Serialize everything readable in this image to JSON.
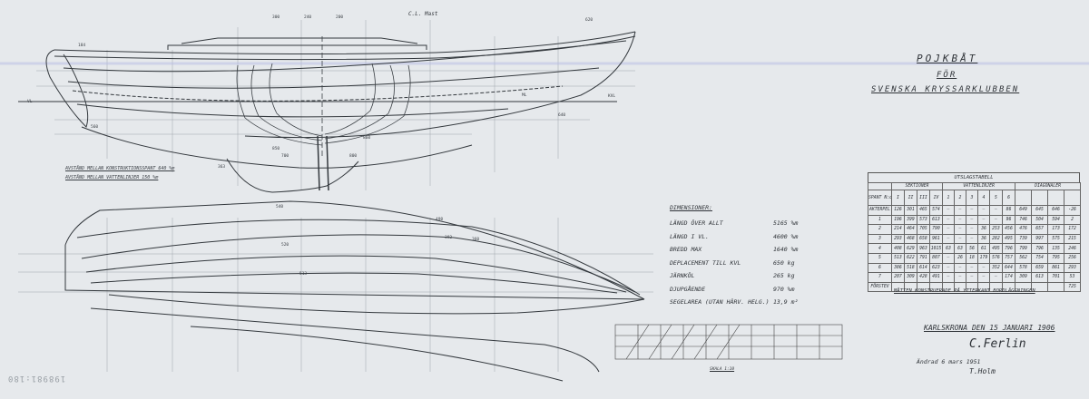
{
  "title": {
    "line1": "POJKBÅT",
    "line2": "FÖR",
    "line3": "SVENSKA  KRYSSARKLUBBEN"
  },
  "dimensions": {
    "heading": "DIMENSIONER:",
    "rows": [
      {
        "label": "LÄNGD ÖVER ALLT",
        "value": "5165 %m"
      },
      {
        "label": "LÄNGD I VL.",
        "value": "4600 %m"
      },
      {
        "label": "BREDD MAX",
        "value": "1640 %m"
      },
      {
        "label": "DEPLACEMENT TILL KVL",
        "value": "650 kg"
      },
      {
        "label": "JÄRNKÖL",
        "value": "265 kg"
      },
      {
        "label": "DJUPGÅENDE",
        "value": "970 %m"
      },
      {
        "label": "SEGELAREA (UTAN HÄRV. HELG.)",
        "value": "13,9 m²"
      }
    ]
  },
  "offsets_table": {
    "caption": "UTSLAGSTABELL",
    "group_headers": [
      "SEKTIONER",
      "VATTENLINJER",
      "DIAGONALER"
    ],
    "header_row": [
      "SPANT N:o",
      "I",
      "II",
      "III",
      "IV",
      "1",
      "2",
      "3",
      "4",
      "5",
      "6",
      "",
      "",
      "",
      ""
    ],
    "rows": [
      [
        "AKTERPEL",
        "126",
        "301",
        "465",
        "574",
        "—",
        "—",
        "—",
        "—",
        "—",
        "86",
        "649",
        "645",
        "646",
        "-26"
      ],
      [
        "1",
        "196",
        "399",
        "573",
        "613",
        "—",
        "—",
        "—",
        "—",
        "—",
        "96",
        "746",
        "504",
        "594",
        "2"
      ],
      [
        "2",
        "214",
        "464",
        "705",
        "790",
        "—",
        "—",
        "—",
        "36",
        "253",
        "456",
        "476",
        "657",
        "173",
        "172"
      ],
      [
        "3",
        "293",
        "468",
        "658",
        "961",
        "—",
        "—",
        "—",
        "36",
        "282",
        "495",
        "739",
        "997",
        "575",
        "215"
      ],
      [
        "4",
        "408",
        "629",
        "963",
        "1015",
        "63",
        "63",
        "56",
        "61",
        "495",
        "796",
        "799",
        "796",
        "135",
        "246"
      ],
      [
        "5",
        "513",
        "622",
        "791",
        "807",
        "—",
        "26",
        "18",
        "179",
        "576",
        "757",
        "562",
        "754",
        "795",
        "256"
      ],
      [
        "6",
        "386",
        "518",
        "614",
        "623",
        "—",
        "—",
        "—",
        "—",
        "352",
        "644",
        "578",
        "659",
        "861",
        "293"
      ],
      [
        "7",
        "207",
        "309",
        "428",
        "491",
        "—",
        "—",
        "—",
        "—",
        "—",
        "174",
        "309",
        "613",
        "701",
        "53"
      ],
      [
        "FÖRSTEV",
        "",
        "",
        "",
        "",
        "",
        "",
        "",
        "",
        "",
        "",
        "",
        "",
        "",
        "725"
      ]
    ]
  },
  "note": "MÅTTEN KONSTRUERADE PÅ YTTERKANT BORDLÄGGNINGEN",
  "place_date": "KARLSKRONA DEN 15 JANUARI 1906",
  "signature": "C.Ferlin",
  "amendment": "Ändrad 6 mars 1951",
  "signature2": "T.Holm",
  "scale_label": "SKALA 1:10",
  "stamp": "198981:180",
  "centerline_label": "C.L. Mast",
  "profile_notes": [
    "AVSTÅND MELLAN KONSTRUKTIONSSPANT 640 %m",
    "AVSTÅND MELLAN VATTENLINJER 150 %m"
  ],
  "profile_labels": [
    "ML",
    "KVL",
    "VL",
    "184",
    "300",
    "240",
    "200",
    "850",
    "860",
    "800",
    "700",
    "640",
    "620",
    "560",
    "540",
    "520",
    "513",
    "498",
    "392",
    "360",
    "363"
  ]
}
